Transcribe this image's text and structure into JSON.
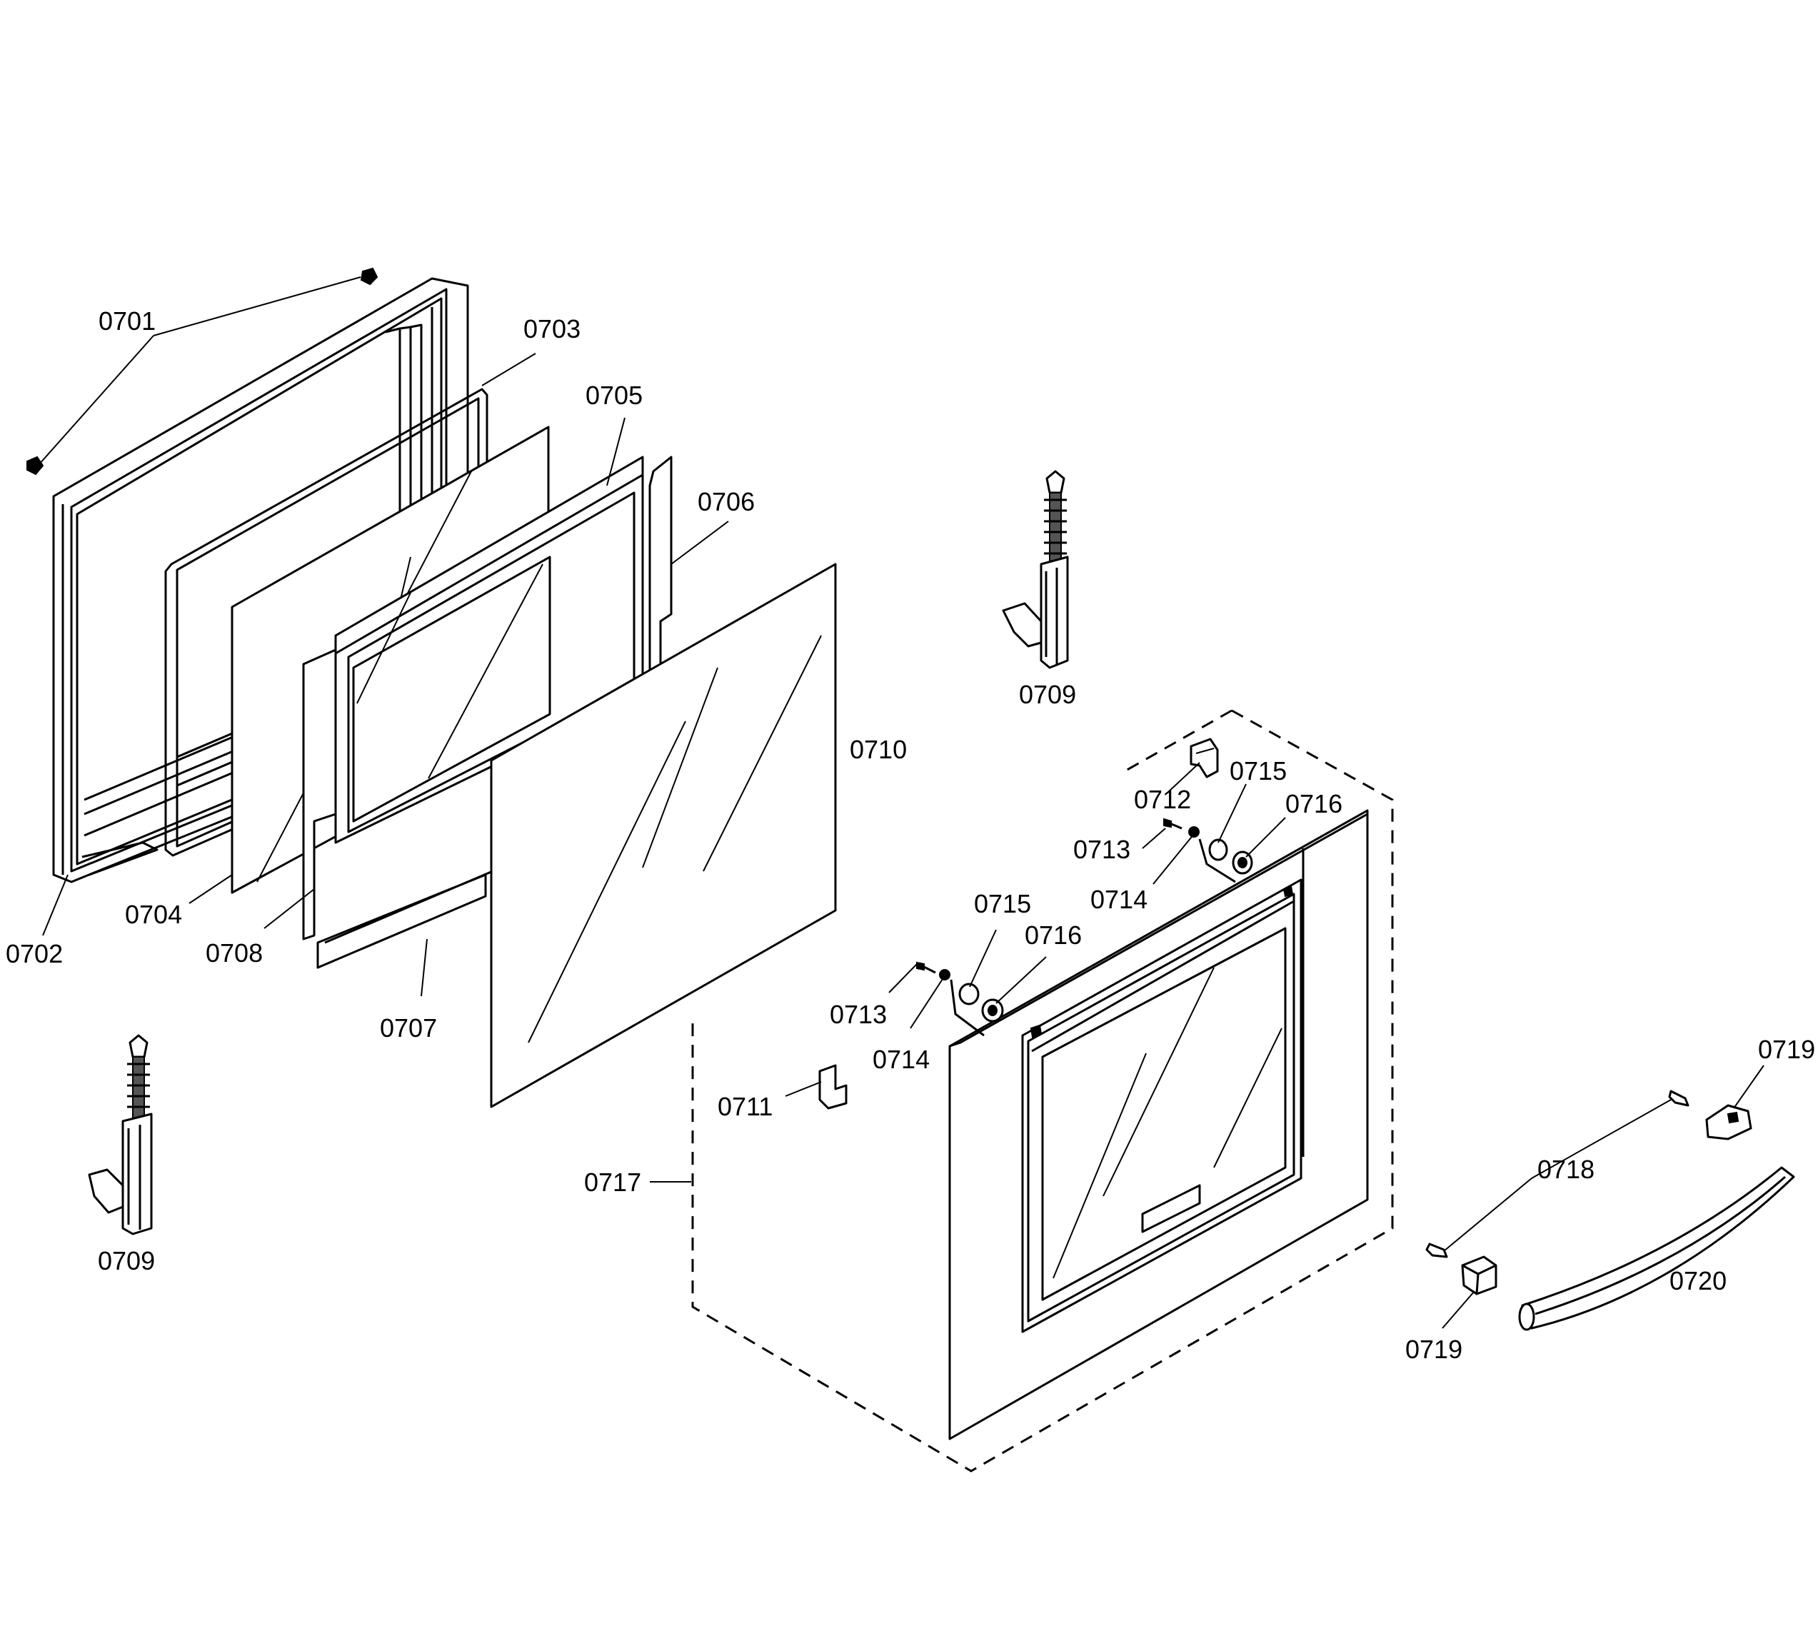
{
  "labels": {
    "p0701": "0701",
    "p0702": "0702",
    "p0703": "0703",
    "p0704": "0704",
    "p0705": "0705",
    "p0706": "0706",
    "p0707": "0707",
    "p0708": "0708",
    "p0709_top": "0709",
    "p0709_bottom": "0709",
    "p0710": "0710",
    "p0711": "0711",
    "p0712": "0712",
    "p0713_upper": "0713",
    "p0713_lower": "0713",
    "p0714_upper": "0714",
    "p0714_lower": "0714",
    "p0715_upper": "0715",
    "p0715_lower": "0715",
    "p0716_upper": "0716",
    "p0716_lower": "0716",
    "p0717": "0717",
    "p0718": "0718",
    "p0719_upper": "0719",
    "p0719_lower": "0719",
    "p0720": "0720"
  }
}
